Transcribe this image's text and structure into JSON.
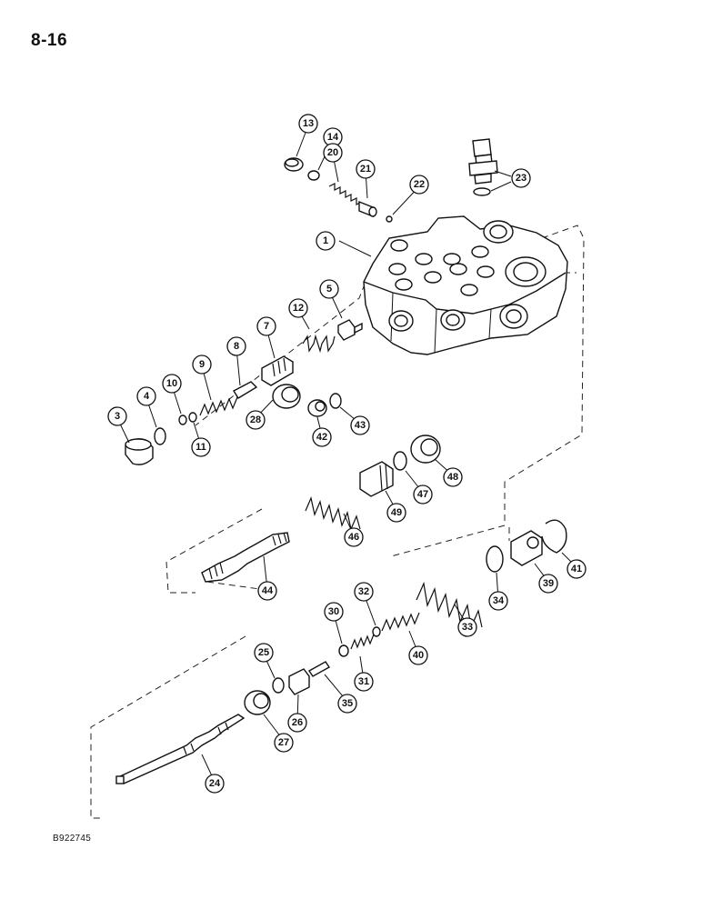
{
  "page": {
    "number": "8-16",
    "figure_code": "B922745"
  },
  "callouts": [
    "1",
    "3",
    "4",
    "5",
    "7",
    "8",
    "9",
    "10",
    "11",
    "12",
    "13",
    "14",
    "20",
    "21",
    "22",
    "23",
    "24",
    "25",
    "26",
    "27",
    "28",
    "30",
    "31",
    "32",
    "33",
    "34",
    "35",
    "39",
    "40",
    "41",
    "42",
    "43",
    "44",
    "46",
    "47",
    "48",
    "49"
  ],
  "parts": [
    "valve-body",
    "plug",
    "o-ring",
    "poppet",
    "valve-seat",
    "check-poppet",
    "spring",
    "washer",
    "ring",
    "spring",
    "cap",
    "o-ring",
    "spring",
    "plug",
    "ball",
    "sender-switch",
    "spool",
    "ring",
    "sleeve",
    "seal-retainer",
    "seal",
    "washer",
    "spring",
    "washer",
    "spring",
    "o-ring",
    "detent-poppet",
    "end-cap",
    "spring",
    "snap-ring",
    "plug",
    "o-ring",
    "spool",
    "spring",
    "o-ring",
    "cap",
    "plug"
  ]
}
